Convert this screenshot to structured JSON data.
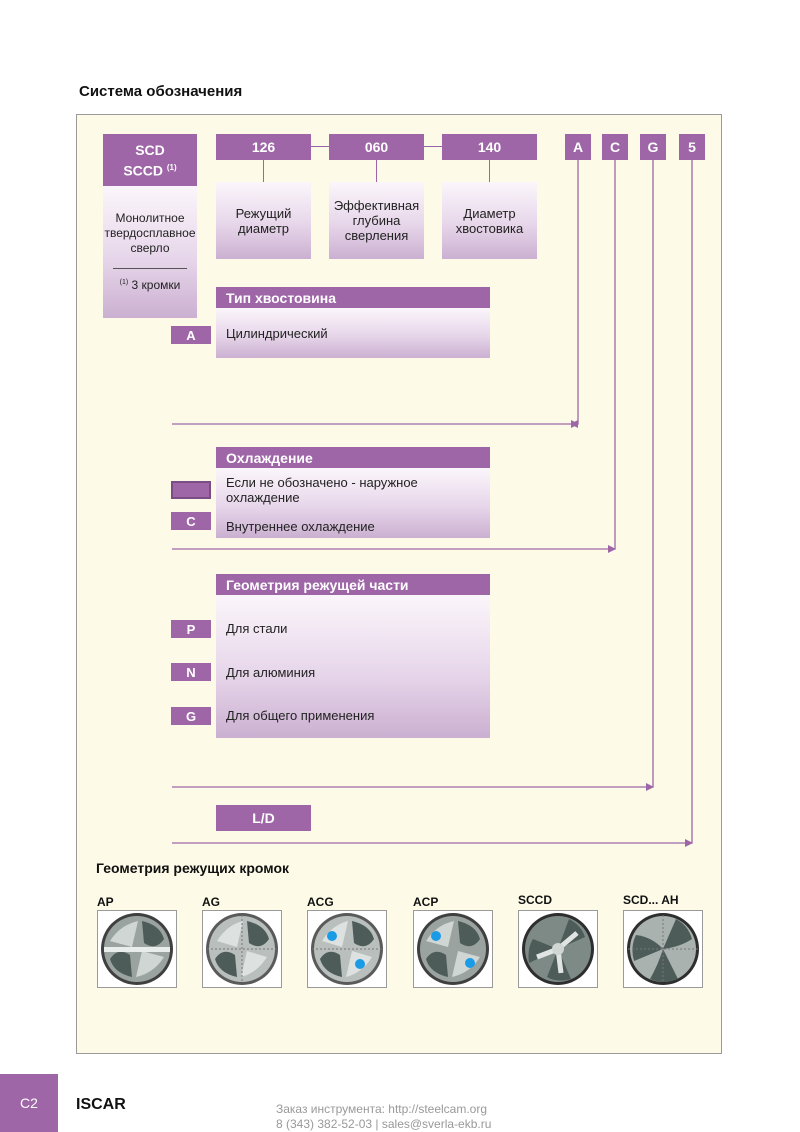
{
  "title": "Система обозначения",
  "main_code": {
    "line1": "SCD",
    "line2": "SCCD",
    "superscript": "(1)"
  },
  "main_desc": {
    "text": "Монолитное твердосплавное сверло",
    "note_sup": "(1)",
    "note": "3 кромки"
  },
  "segments": [
    {
      "code": "126",
      "label": "Режущий диаметр"
    },
    {
      "code": "060",
      "label": "Эффективная глубина сверления"
    },
    {
      "code": "140",
      "label": "Диаметр хвостовика"
    }
  ],
  "letters": [
    "A",
    "C",
    "G",
    "5"
  ],
  "shank": {
    "title": "Тип хвостовина",
    "options": [
      {
        "code": "A",
        "text": "Цилиндрический"
      }
    ]
  },
  "cooling": {
    "title": "Охлаждение",
    "options": [
      {
        "code": "",
        "text": "Если не обозначено - наружное охлаждение"
      },
      {
        "code": "C",
        "text": "Внутреннее охлаждение"
      }
    ]
  },
  "geometry": {
    "title": "Геометрия режущей части",
    "options": [
      {
        "code": "P",
        "text": "Для стали"
      },
      {
        "code": "N",
        "text": "Для алюминия"
      },
      {
        "code": "G",
        "text": "Для общего применения"
      }
    ]
  },
  "ld": "L/D",
  "edges_title": "Геометрия режущих кромок",
  "drills": [
    "AP",
    "AG",
    "ACG",
    "ACP",
    "SCCD",
    "SCD... AH"
  ],
  "page_number": "C2",
  "brand": "ISCAR",
  "contact": {
    "line1": "Заказ инструмента: http://steelcam.org",
    "line2": "8 (343) 382-52-03  |  sales@sverla-ekb.ru"
  },
  "colors": {
    "accent": "#9e66a7",
    "panel": "#fdfbe8",
    "coolant_dot": "#1a9be6"
  }
}
